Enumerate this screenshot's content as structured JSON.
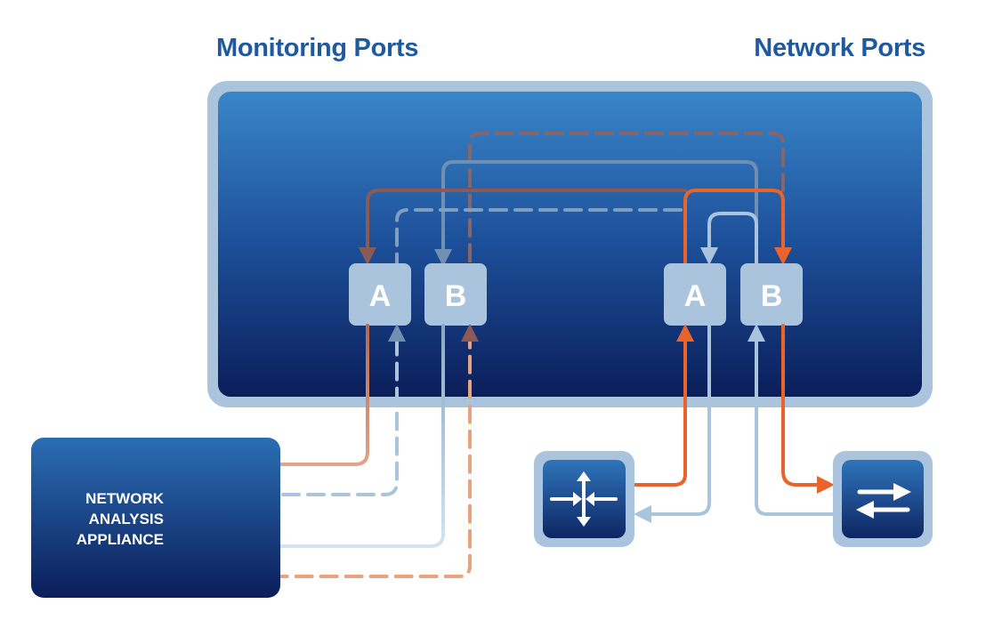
{
  "headings": {
    "monitoring": "Monitoring Ports",
    "network": "Network Ports"
  },
  "ports": {
    "monitoring_a": "A",
    "monitoring_b": "B",
    "network_a": "A",
    "network_b": "B"
  },
  "appliance": {
    "line1": "NETWORK",
    "line2": "ANALYSIS",
    "line3": "APPLIANCE"
  },
  "devices": {
    "router_icon": "router-icon",
    "switch_icon": "switch-icon"
  },
  "colors": {
    "heading": "#1f5a9e",
    "tap_frame": "#a9c4dc",
    "tap_top": "#3a86c8",
    "tap_bottom": "#0b1e5a",
    "port_fill": "#a9c4dc",
    "orange": "#e8642c",
    "light_blue": "#a9c4dc",
    "brown": "#8b5a55"
  }
}
